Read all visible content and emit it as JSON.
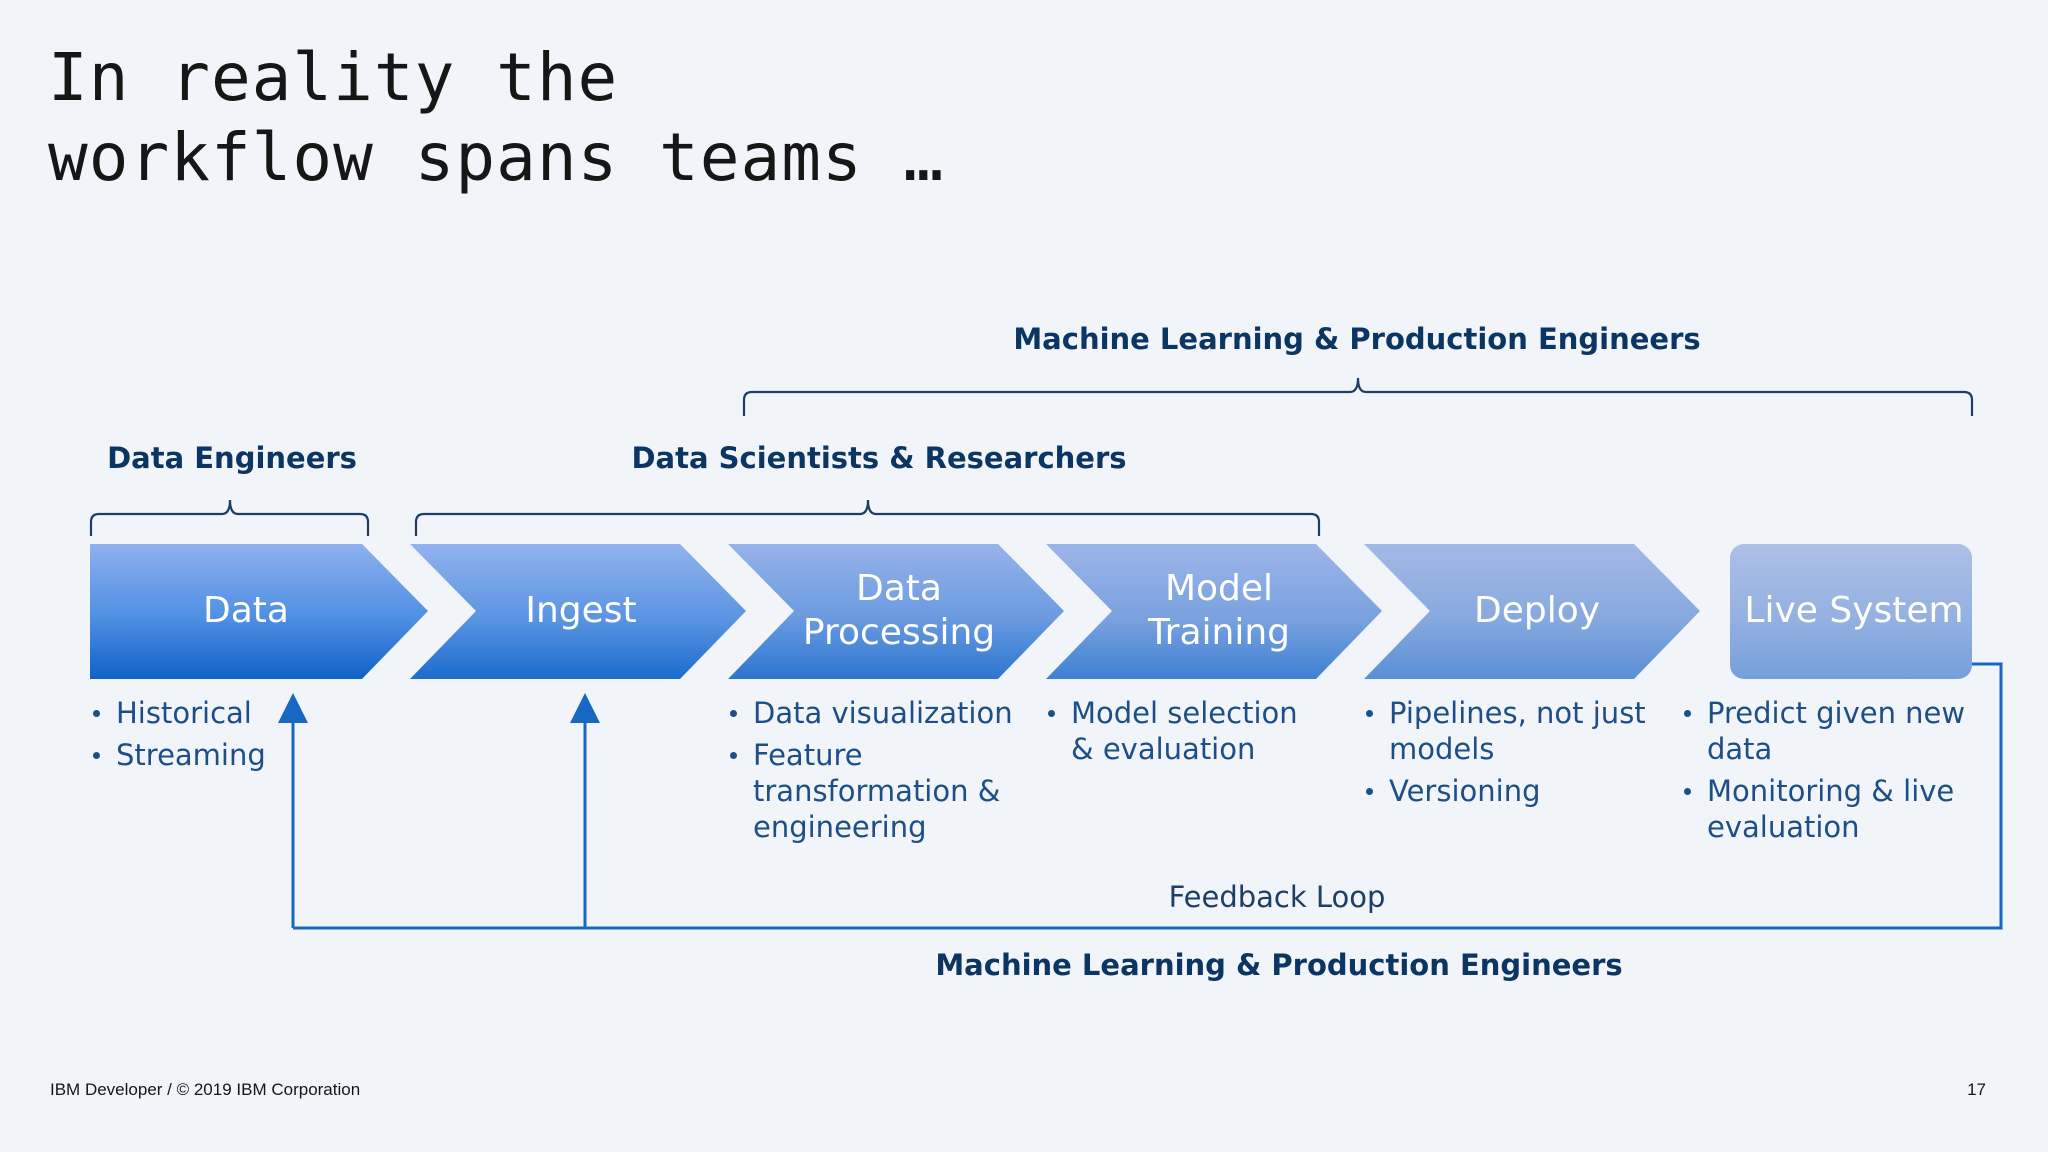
{
  "slide": {
    "title_line1": "In reality the",
    "title_line2": "workflow spans teams …",
    "footer_left": "IBM Developer / © 2019 IBM Corporation",
    "page_number": "17"
  },
  "teams": {
    "data_engineers": "Data Engineers",
    "data_scientists": "Data Scientists & Researchers",
    "ml_engineers_top": "Machine Learning & Production Engineers",
    "ml_engineers_bottom": "Machine Learning & Production Engineers"
  },
  "stages": [
    {
      "line1": "Data",
      "line2": "",
      "bullets": [
        "Historical",
        "Streaming"
      ]
    },
    {
      "line1": "Ingest",
      "line2": "",
      "bullets": []
    },
    {
      "line1": "Data",
      "line2": "Processing",
      "bullets": [
        "Data visualization",
        "Feature transformation & engineering"
      ]
    },
    {
      "line1": "Model",
      "line2": "Training",
      "bullets": [
        "Model selection & evaluation"
      ]
    },
    {
      "line1": "Deploy",
      "line2": "",
      "bullets": [
        "Pipelines, not just models",
        "Versioning"
      ]
    },
    {
      "line1": "Live System",
      "line2": "",
      "bullets": [
        "Predict given new data",
        "Monitoring & live evaluation"
      ]
    }
  ],
  "feedback_label": "Feedback Loop",
  "colors": {
    "background": "#f1f4f8",
    "team_label": "#0b3562",
    "bracket": "#1d3f66",
    "feedback_line": "#1668c0",
    "bullet_text": "#1d4f86"
  }
}
